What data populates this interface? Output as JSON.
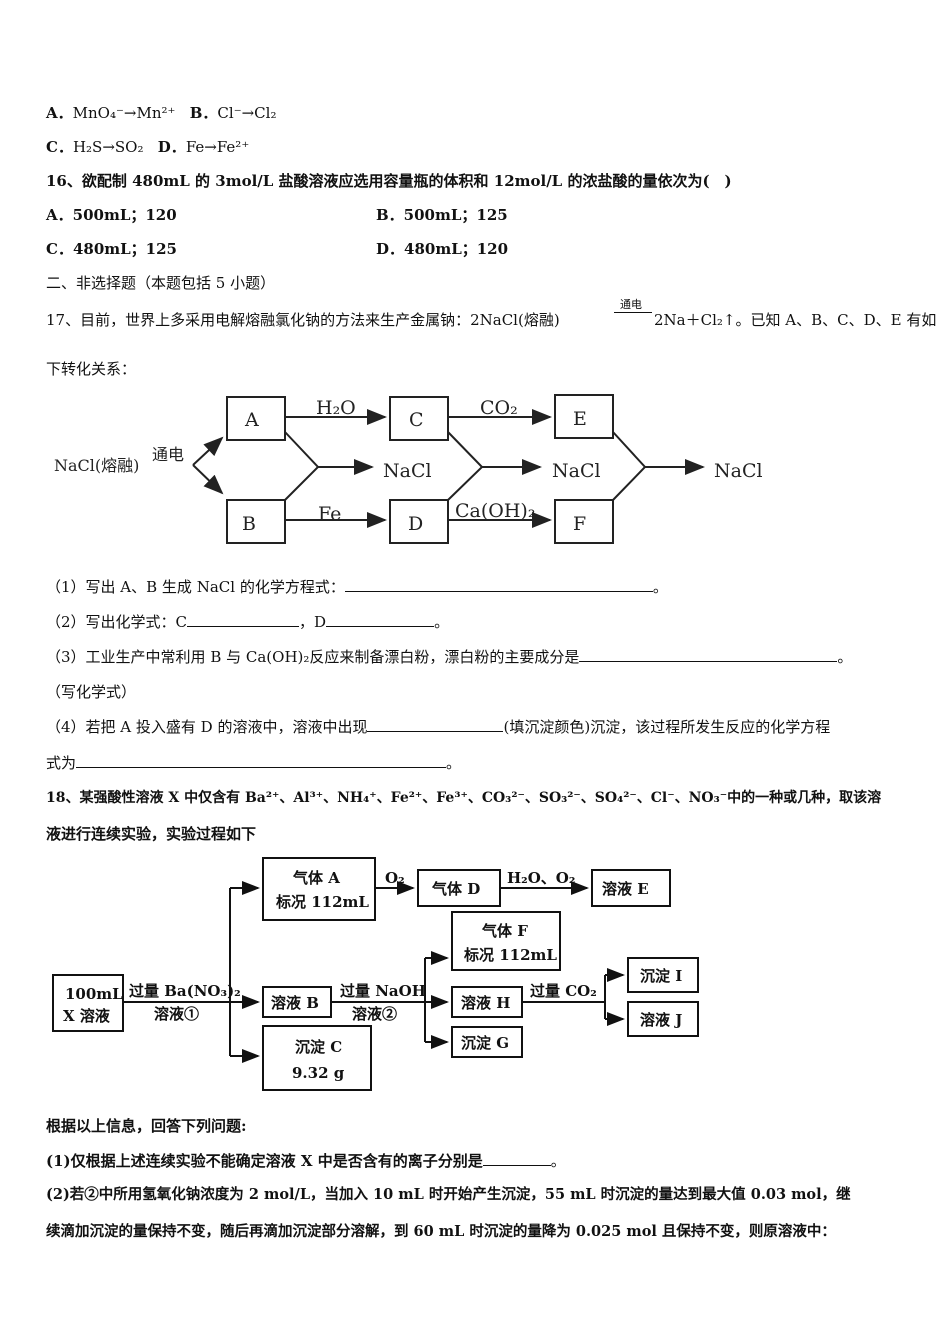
{
  "q15": {
    "a_label": "A．",
    "a_text": "MnO₄⁻→Mn²⁺",
    "b_label": "B．",
    "b_text": "Cl⁻→Cl₂",
    "c_label": "C．",
    "c_text": "H₂S→SO₂",
    "d_label": "D．",
    "d_text": "Fe→Fe²⁺"
  },
  "q16": {
    "stem": "16、欲配制 480mL 的 3mol/L 盐酸溶液应选用容量瓶的体积和 12mol/L 的浓盐酸的量依次为(　)",
    "a": "A．500mL；120",
    "b": "B．500mL；125",
    "c": "C．480mL；125",
    "d": "D．480mL；120"
  },
  "section2": "二、非选择题（本题包括 5 小题）",
  "q17": {
    "stem1": "17、目前，世界上多采用电解熔融氯化钠的方法来生产金属钠：2NaCl(熔融)",
    "cond": "通电",
    "stem2": "2Na＋Cl₂↑。已知 A、B、C、D、E 有如",
    "stem3": "下转化关系：",
    "diagram": {
      "start": "NaCl(熔融)",
      "electro": "通电",
      "A": "A",
      "B": "B",
      "C": "C",
      "D": "D",
      "E": "E",
      "F": "F",
      "h2o": "H₂O",
      "co2": "CO₂",
      "fe": "Fe",
      "caoh2": "Ca(OH)₂",
      "nacl1": "NaCl",
      "nacl2": "NaCl",
      "nacl3": "NaCl"
    },
    "p1_pre": "（1）写出 A、B 生成 NaCl 的化学方程式：",
    "p1_post": "。",
    "p2_pre": "（2）写出化学式：C",
    "p2_mid": "，D",
    "p2_post": "。",
    "p3_pre": "（3）工业生产中常利用 B 与 Ca(OH)₂反应来制备漂白粉，漂白粉的主要成分是",
    "p3_post": "。",
    "p3_note": "（写化学式）",
    "p4_pre": "（4）若把 A 投入盛有 D 的溶液中，溶液中出现",
    "p4_mid": "(填沉淀颜色)沉淀，该过程所发生反应的化学方程",
    "p4_line2": "式为",
    "p4_post": "。"
  },
  "q18": {
    "stem1": "18、某强酸性溶液 X 中仅含有 Ba²⁺、Al³⁺、NH₄⁺、Fe²⁺、Fe³⁺、CO₃²⁻、SO₃²⁻、SO₄²⁻、Cl⁻、NO₃⁻中的一种或几种，取该溶",
    "stem2": "液进行连续实验，实验过程如下",
    "diagram": {
      "x1": "100mL",
      "x2": "X 溶液",
      "r1a": "过量 Ba(NO₃)₂",
      "r1b": "溶液①",
      "gasA1": "气体 A",
      "gasA2": "标况 112mL",
      "o2": "O₂",
      "gasD": "气体 D",
      "h2o_o2": "H₂O、O₂",
      "solE": "溶液 E",
      "solB": "溶液 B",
      "r2a": "过量 NaOH",
      "r2b": "溶液②",
      "gasF1": "气体 F",
      "gasF2": "标况 112mL",
      "solH": "溶液 H",
      "co2": "过量 CO₂",
      "ppI": "沉淀 I",
      "solJ": "溶液 J",
      "ppG": "沉淀 G",
      "ppC1": "沉淀 C",
      "ppC2": "9.32 g"
    },
    "intro": "根据以上信息，回答下列问题:",
    "p1_pre": "(1)仅根据上述连续实验不能确定溶液 X 中是否含有的离子分别是",
    "p1_post": "。",
    "p2_line1": "(2)若②中所用氢氧化钠浓度为 2 mol/L，当加入 10 mL 时开始产生沉淀，55 mL 时沉淀的量达到最大值 0.03 mol，继",
    "p2_line2": "续滴加沉淀的量保持不变，随后再滴加沉淀部分溶解，到 60 mL 时沉淀的量降为 0.025 mol 且保持不变，则原溶液中："
  }
}
